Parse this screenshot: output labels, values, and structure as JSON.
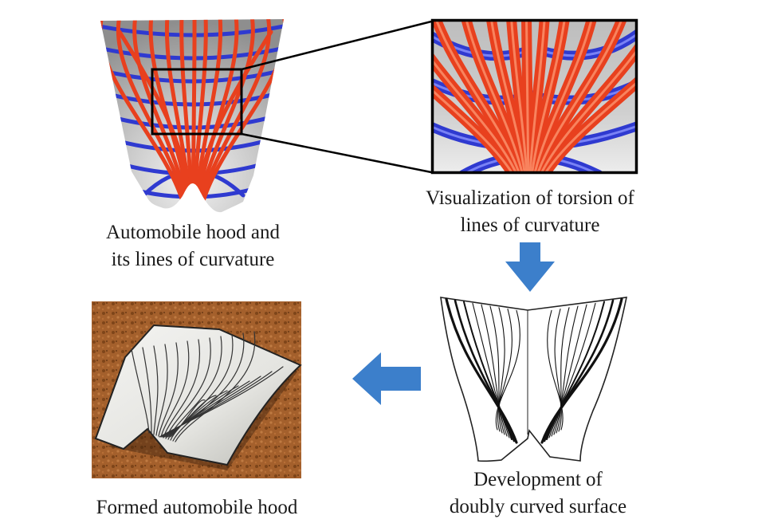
{
  "panels": {
    "hood_lines": {
      "caption_lines": [
        "Automobile hood and",
        "its lines of curvature"
      ]
    },
    "torsion": {
      "caption_lines": [
        "Visualization of torsion of",
        "lines of curvature"
      ]
    },
    "development": {
      "caption_lines": [
        "Development of",
        "doubly curved surface"
      ]
    },
    "formed": {
      "caption_lines": [
        "Formed automobile hood"
      ]
    }
  },
  "colors": {
    "red_lines": "#e8401e",
    "blue_lines": "#2f3ad0",
    "surface": "#c4c4c4",
    "arrow": "#3c7fcb",
    "cork": "#a4602c",
    "frame": "#000000"
  },
  "arrows": {
    "down": "arrow-down",
    "left": "arrow-left"
  }
}
